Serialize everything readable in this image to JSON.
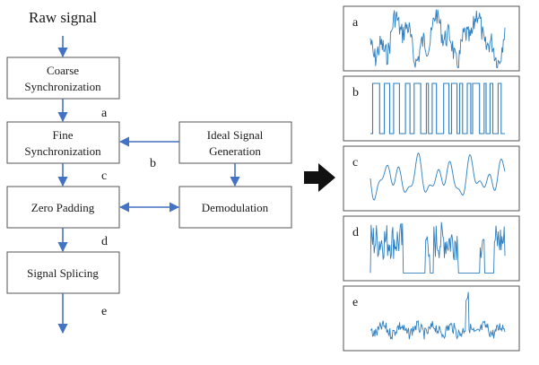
{
  "flow": {
    "input_label": "Raw signal",
    "boxes": {
      "coarse": [
        "Coarse",
        "Synchronization"
      ],
      "fine": [
        "Fine",
        "Synchronization"
      ],
      "ideal": [
        "Ideal Signal",
        "Generation"
      ],
      "zero": [
        "Zero Padding"
      ],
      "demod": [
        "Demodulation"
      ],
      "splice": [
        "Signal Splicing"
      ]
    },
    "arrow_labels": {
      "after_coarse": "a",
      "ideal_to_fine": "b",
      "after_fine": "c",
      "after_zero": "d",
      "output": "e"
    }
  },
  "panels": [
    {
      "letter": "a",
      "kind": "noisy"
    },
    {
      "letter": "b",
      "kind": "square"
    },
    {
      "letter": "c",
      "kind": "smooth"
    },
    {
      "letter": "d",
      "kind": "sparse"
    },
    {
      "letter": "e",
      "kind": "lownoise"
    }
  ],
  "colors": {
    "arrow": "#4472c4",
    "signal": "#2e7ebf",
    "box_border": "#555555",
    "big_arrow": "#111111"
  }
}
